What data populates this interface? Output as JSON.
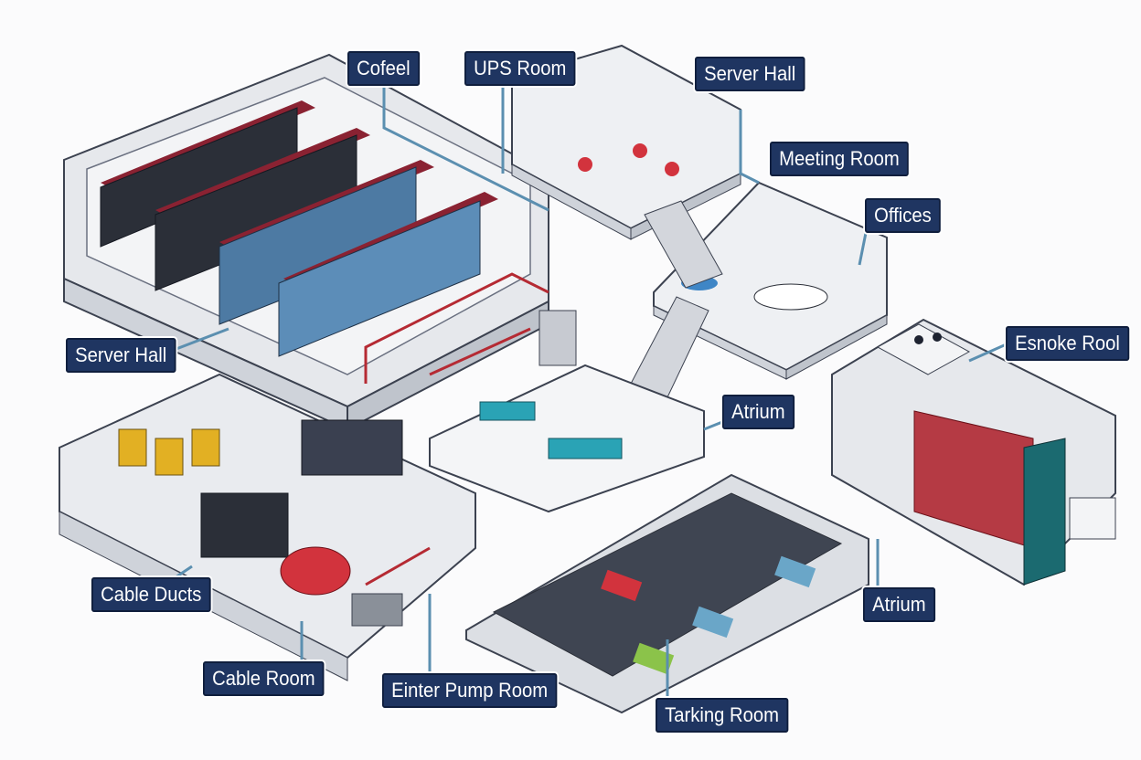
{
  "labels": {
    "cofeel": "Cofeel",
    "ups_room": "UPS Room",
    "server_hall_top": "Server Hall",
    "meeting_room": "Meeting Room",
    "offices": "Offices",
    "server_hall_left": "Server Hall",
    "esnoke_rool": "Esnoke Rool",
    "atrium_mid": "Atrium",
    "cable_ducts": "Cable Ducts",
    "atrium_right": "Atrium",
    "cable_room": "Cable Room",
    "einter_pump_room": "Einter Pump Room",
    "tarking_room": "Tarking Room"
  },
  "colors": {
    "label_bg": "#1f3561",
    "pipe_blue": "#5b8fb0",
    "pipe_red": "#b52a33",
    "rack_dark": "#2b2f38",
    "rack_blue": "#5c8db8",
    "wall": "#e6e8ec",
    "floor": "#f4f5f7"
  }
}
